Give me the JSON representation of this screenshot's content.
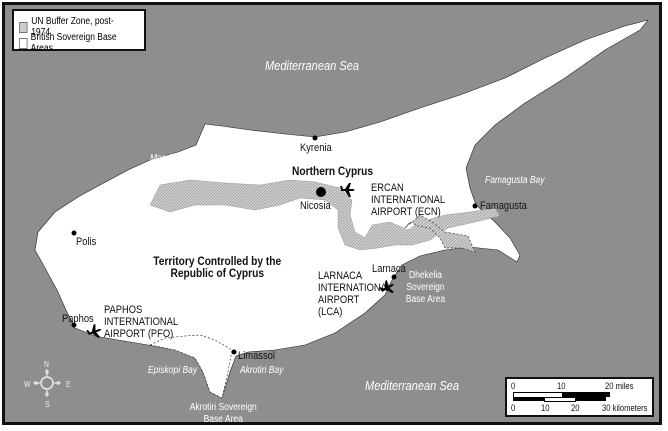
{
  "legend": {
    "items": [
      {
        "label": "UN Buffer Zone, post-1974",
        "swatch": "hatched-gray"
      },
      {
        "label": "British Sovereign Base Areas",
        "swatch": "white"
      }
    ]
  },
  "seas": {
    "north": "Mediterranean Sea",
    "south": "Mediterranean Sea"
  },
  "bays": {
    "morphou": "Morphou Bay",
    "famagusta": "Famagusta Bay",
    "episkopi": "Episkopi Bay",
    "akrotiri": "Akrotiri Bay"
  },
  "regions": {
    "north": "Northern Cyprus",
    "south": "Territory Controlled by the Republic of Cyprus"
  },
  "cities": {
    "kyrenia": "Kyrenia",
    "nicosia": "Nicosia",
    "famagusta": "Famagusta",
    "polis": "Polis",
    "paphos": "Paphos",
    "larnaca": "Larnaca",
    "limassol": "Limassol"
  },
  "airports": {
    "ercan": "ERCAN INTERNATIONAL AIRPORT (ECN)",
    "larnaca": "LARNACA INTERNATIONAL AIRPORT (LCA)",
    "paphos": "PAPHOS INTERNATIONAL AIRPORT (PFO)"
  },
  "bases": {
    "dhekelia": "Dhekelia Sovereign Base Area",
    "akrotiri": "Akrotiri Sovereign Base Area"
  },
  "compass": {
    "n": "N",
    "s": "S",
    "e": "E",
    "w": "W"
  },
  "scale": {
    "miles": [
      "0",
      "10",
      "20 miles"
    ],
    "km": [
      "0",
      "10",
      "20",
      "30 kilometers"
    ]
  },
  "colors": {
    "sea": "#8e8e8e",
    "land": "#ffffff",
    "buffer": "#c8c8c8"
  }
}
